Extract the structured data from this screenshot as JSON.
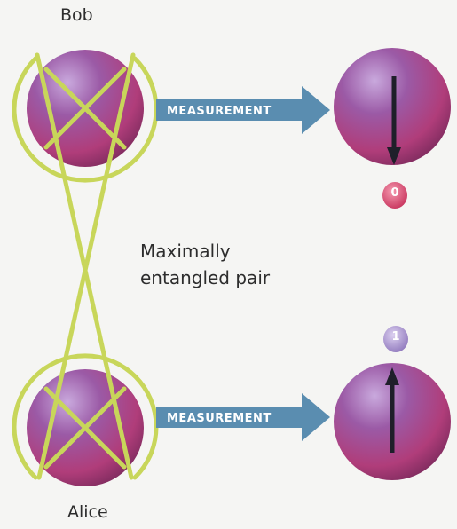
{
  "labels": {
    "top_person": "Bob",
    "bottom_person": "Alice",
    "pair_line1": "Maximally",
    "pair_line2": "entangled pair"
  },
  "arrows": {
    "top": "MEASUREMENT",
    "bottom": "MEASUREMENT"
  },
  "results": {
    "top_value": "0",
    "bottom_value": "1",
    "top_spin": "down",
    "bottom_spin": "up"
  },
  "colors": {
    "ring": "#c7d65a",
    "arrow": "#5a8db0",
    "sphere": "#a04d8c",
    "badge_zero": "#d9466e",
    "badge_one": "#9c86c9"
  }
}
